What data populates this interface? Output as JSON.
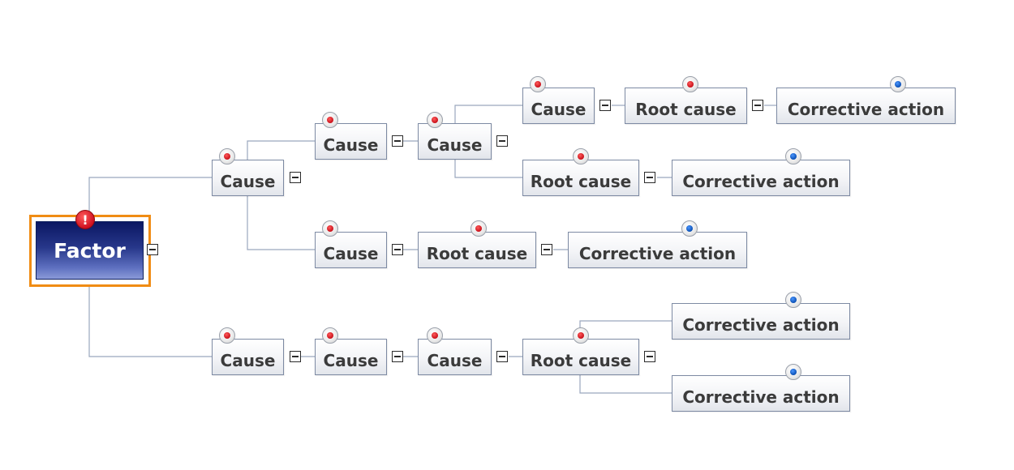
{
  "root": {
    "label": "Factor",
    "alert_icon": "exclamation-icon",
    "toggle": "collapse"
  },
  "nodes": {
    "n1": {
      "label": "Cause",
      "marker": "red",
      "toggle": "collapse"
    },
    "n2": {
      "label": "Cause",
      "marker": "red",
      "toggle": "collapse"
    },
    "n3": {
      "label": "Cause",
      "marker": "red",
      "toggle": "collapse"
    },
    "n4": {
      "label": "Cause",
      "marker": "red",
      "toggle": "collapse"
    },
    "n5": {
      "label": "Root cause",
      "marker": "red",
      "toggle": "collapse"
    },
    "n6": {
      "label": "Corrective action",
      "marker": "blue"
    },
    "n7": {
      "label": "Root cause",
      "marker": "red",
      "toggle": "collapse"
    },
    "n8": {
      "label": "Corrective action",
      "marker": "blue"
    },
    "n9": {
      "label": "Cause",
      "marker": "red",
      "toggle": "collapse"
    },
    "n10": {
      "label": "Root cause",
      "marker": "red",
      "toggle": "collapse"
    },
    "n11": {
      "label": "Corrective action",
      "marker": "blue"
    },
    "n12": {
      "label": "Cause",
      "marker": "red",
      "toggle": "collapse"
    },
    "n13": {
      "label": "Cause",
      "marker": "red",
      "toggle": "collapse"
    },
    "n14": {
      "label": "Cause",
      "marker": "red",
      "toggle": "collapse"
    },
    "n15": {
      "label": "Root cause",
      "marker": "red",
      "toggle": "collapse"
    },
    "n16": {
      "label": "Corrective action",
      "marker": "blue"
    },
    "n17": {
      "label": "Corrective action",
      "marker": "blue"
    }
  },
  "colors": {
    "cause_marker": "#c8101a",
    "action_marker": "#0b4fb3",
    "root_fill": "#27378a",
    "selection": "#f08c14",
    "connector": "#9aa7bd"
  }
}
